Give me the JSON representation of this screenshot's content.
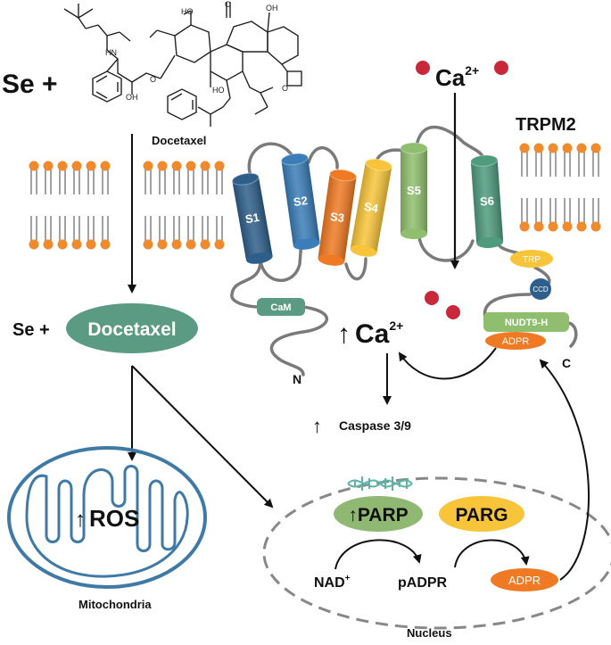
{
  "top": {
    "se_label": "Se +",
    "drug_name": "Docetaxel"
  },
  "middle": {
    "complex_se": "Se +",
    "complex_drug": "Docetaxel"
  },
  "calcium": {
    "ion_label": "Ca",
    "ion_charge": "2+",
    "up_arrow": "↑",
    "inside_label": "Ca",
    "inside_charge": "2+"
  },
  "channel": {
    "name": "TRPM2",
    "segments": [
      "S1",
      "S2",
      "S3",
      "S4",
      "S5",
      "S6"
    ],
    "segment_colors": [
      "#2e5f8a",
      "#3a7db8",
      "#f07a23",
      "#f8c53a",
      "#8fbf6e",
      "#4f9b7e"
    ],
    "cam": "CaM",
    "trp": "TRP",
    "ccd": "CCD",
    "nudt9h": "NUDT9-H",
    "adpr_bound": "ADPR",
    "n_term": "N",
    "c_term": "C"
  },
  "caspase": {
    "up_arrow": "↑",
    "label": "Caspase 3/9"
  },
  "mito": {
    "up_arrow": "↑",
    "ros": "ROS",
    "label": "Mitochondria"
  },
  "nucleus": {
    "label": "Nucleus",
    "parp_arrow": "↑",
    "parp": "PARP",
    "parg": "PARG",
    "nad": "NAD",
    "nad_sup": "+",
    "padpr": "pADPR",
    "adpr": "ADPR"
  },
  "colors": {
    "teal": "#5b9a83",
    "parp_green": "#8fb873",
    "parg_yellow": "#f7c43a",
    "adpr_orange": "#f07a23",
    "lipid_orange": "#f08a2c",
    "ion_red": "#c8283a",
    "mito_blue": "#3f7aa6",
    "dna_teal": "#5fb3a6"
  }
}
